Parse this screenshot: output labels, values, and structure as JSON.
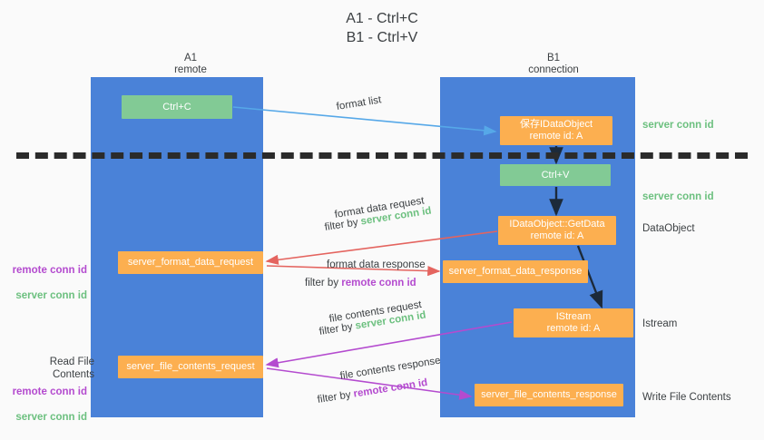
{
  "title": "A1 - Ctrl+C\nB1 - Ctrl+V",
  "colors": {
    "lane": "#4a82d8",
    "green_node": "#82ca95",
    "orange_node": "#fcaf50",
    "server_conn_id": "#6cc07f",
    "remote_conn_id": "#b44bcf",
    "arrow_blue": "#56a8e8",
    "arrow_red": "#e4645f",
    "arrow_purple": "#b44bcf",
    "arrow_dark": "#1c2a3a",
    "separator": "#2b2b2b",
    "background": "#fafafa"
  },
  "columns": [
    {
      "id": "a1",
      "title": "A1",
      "subtitle": "remote"
    },
    {
      "id": "b1",
      "title": "B1",
      "subtitle": "connection"
    }
  ],
  "nodes": {
    "ctrl_c": {
      "label": "Ctrl+C"
    },
    "idataobject": {
      "line1": "保存IDataObject",
      "line2": "remote id: A"
    },
    "ctrl_v": {
      "label": "Ctrl+V"
    },
    "getdata": {
      "line1": "IDataObject::GetData",
      "line2": "remote id: A"
    },
    "format_data_request": {
      "label": "server_format_data_request"
    },
    "format_data_response": {
      "label": "server_format_data_response"
    },
    "istream": {
      "line1": "IStream",
      "line2": "remote id: A"
    },
    "file_contents_request": {
      "label": "server_file_contents_request"
    },
    "file_contents_response": {
      "label": "server_file_contents_response"
    }
  },
  "edge_labels": {
    "format_list": "format list",
    "format_data_request": "format data request",
    "format_data_request_filter_prefix": "filter by ",
    "format_data_request_filter_value": "server conn id",
    "format_data_response": "format data response",
    "format_data_response_filter_prefix": "filter by ",
    "format_data_response_filter_value": "remote conn id",
    "file_contents_request": "file contents request",
    "file_contents_request_filter_prefix": "filter by ",
    "file_contents_request_filter_value": "server conn id",
    "file_contents_response": "file contents response",
    "file_contents_response_filter_prefix": "filter by ",
    "file_contents_response_filter_value": "remote conn id"
  },
  "annotations": {
    "right_server_conn_top": "server conn id",
    "right_server_conn_mid": "server conn id",
    "right_dataobject": "DataObject",
    "right_istream": "Istream",
    "right_write_file_contents": "Write File Contents",
    "left_remote_conn_1": "remote conn id",
    "left_server_conn_1": "server conn id",
    "left_read_file_contents": "Read File Contents",
    "left_remote_conn_2": "remote conn id",
    "left_server_conn_2": "server conn id"
  }
}
